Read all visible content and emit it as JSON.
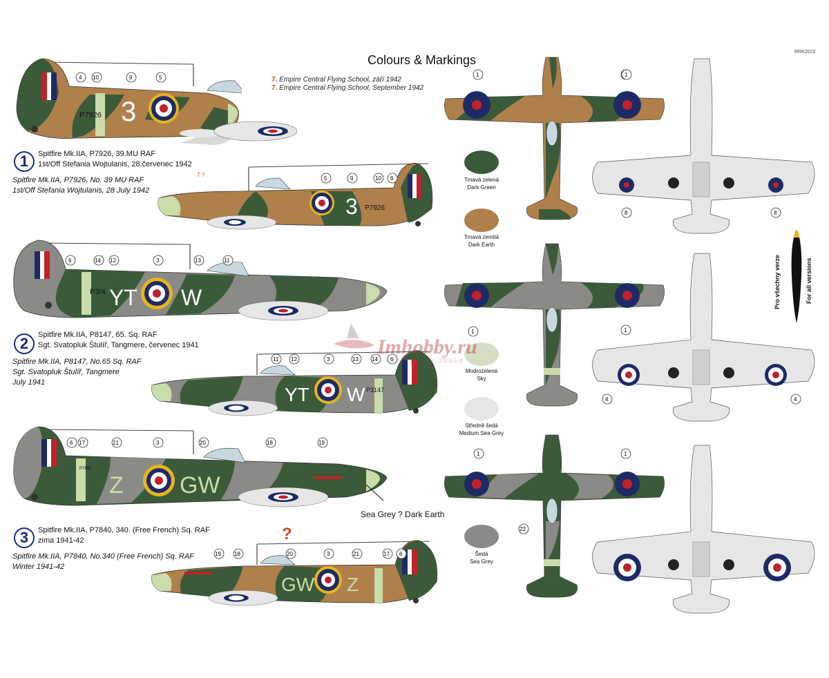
{
  "header": {
    "title": "Colours & Markings",
    "code": "RRK2022",
    "notes": [
      {
        "num": "7.",
        "text": "Empire Central Flying School, září 1942"
      },
      {
        "num": "7.",
        "text": "Empire Central Flying School, September 1942"
      }
    ]
  },
  "schemes": [
    {
      "number": "1",
      "cz_lines": [
        "Spitfire Mk.IIA, P7926, 39.MU RAF",
        "1st/Off Stefania Wojtulanis, 28.červenec 1942"
      ],
      "en_lines": [
        "Spitfire Mk.IIA, P7926, No. 39 MU RAF",
        "1st/Off Stefania Wojtulanis, 28 July 1942"
      ],
      "serial": "P7926",
      "letters_left": "3",
      "letters_right": "",
      "callouts_left": [
        "4",
        "10",
        "9",
        "5"
      ],
      "callouts_right": [
        "5",
        "9",
        "10",
        "6"
      ],
      "question": "7 ?"
    },
    {
      "number": "2",
      "cz_lines": [
        "Spitfire Mk.IIA, P8147, 65. Sq. RAF",
        "Sgt. Svatopluk Štulíř, Tangmere, červenec 1941"
      ],
      "en_lines": [
        "Spitfire Mk.IIA, P8147, No.65 Sq. RAF",
        "Sgt. Svatopluk Štulíř, Tangmere",
        "July 1941"
      ],
      "serial": "P3/4",
      "serial_right": "P3147",
      "letters_left": "YT",
      "letters_right": "W",
      "callouts_left": [
        "6",
        "14",
        "12",
        "3",
        "13",
        "11"
      ],
      "callouts_right": [
        "11",
        "12",
        "3",
        "13",
        "14",
        "6"
      ]
    },
    {
      "number": "3",
      "cz_lines": [
        "Spitfire Mk.IIA, P7840, 340. (Free French) Sq. RAF",
        "zima 1941-42"
      ],
      "en_lines": [
        "Spitfire Mk.IIA, P7840, No.340 (Free French) Sq. RAF",
        "Winter 1941-42"
      ],
      "serial": "P7840",
      "letters_left": "Z",
      "letters_right": "GW",
      "letters_rev_left": "GW",
      "letters_rev_right": "Z",
      "callouts_left": [
        "6",
        "17",
        "21",
        "3",
        "20",
        "18",
        "19"
      ],
      "callouts_right": [
        "19",
        "18",
        "20",
        "3",
        "21",
        "17",
        "6"
      ],
      "question": "?",
      "callout_text": "Sea Grey ? Dark Earth"
    }
  ],
  "colours": [
    {
      "cz": "Tmavá zelená",
      "en": "Dark Green",
      "hex": "#3b5a3a"
    },
    {
      "cz": "Tmavá zemitá",
      "en": "Dark Earth",
      "hex": "#b0804a"
    },
    {
      "cz": "Modrozelená",
      "en": "Sky",
      "hex": "#d4dfc4"
    },
    {
      "cz": "Středně šedá",
      "en": "Medium Sea Grey",
      "hex": "#e6e6e6"
    },
    {
      "cz": "Šedá",
      "en": "Sea Grey",
      "hex": "#8a8a86"
    }
  ],
  "top_callouts": {
    "view1": [
      "1",
      "1"
    ],
    "view2": [
      "1",
      "1"
    ],
    "view3": [
      "1",
      "1",
      "22"
    ],
    "under1": [
      "1",
      "8",
      "8"
    ],
    "under2": [
      "4",
      "4"
    ]
  },
  "side_labels": {
    "cz": "Pro všechny verze",
    "en": "For all versions"
  },
  "watermark": {
    "main": "Imhobby.ru",
    "sub": "ТОВАРЫ ДЛЯ ХОББИ"
  },
  "palette": {
    "dark_green": "#3b5a3a",
    "dark_earth": "#b0804a",
    "sky": "#d4dfc4",
    "medium_sea_grey": "#e6e6e6",
    "sea_grey": "#8a8a86",
    "roundel_blue": "#1d2a66",
    "roundel_red": "#c0222a",
    "roundel_yellow": "#e8b41c"
  }
}
